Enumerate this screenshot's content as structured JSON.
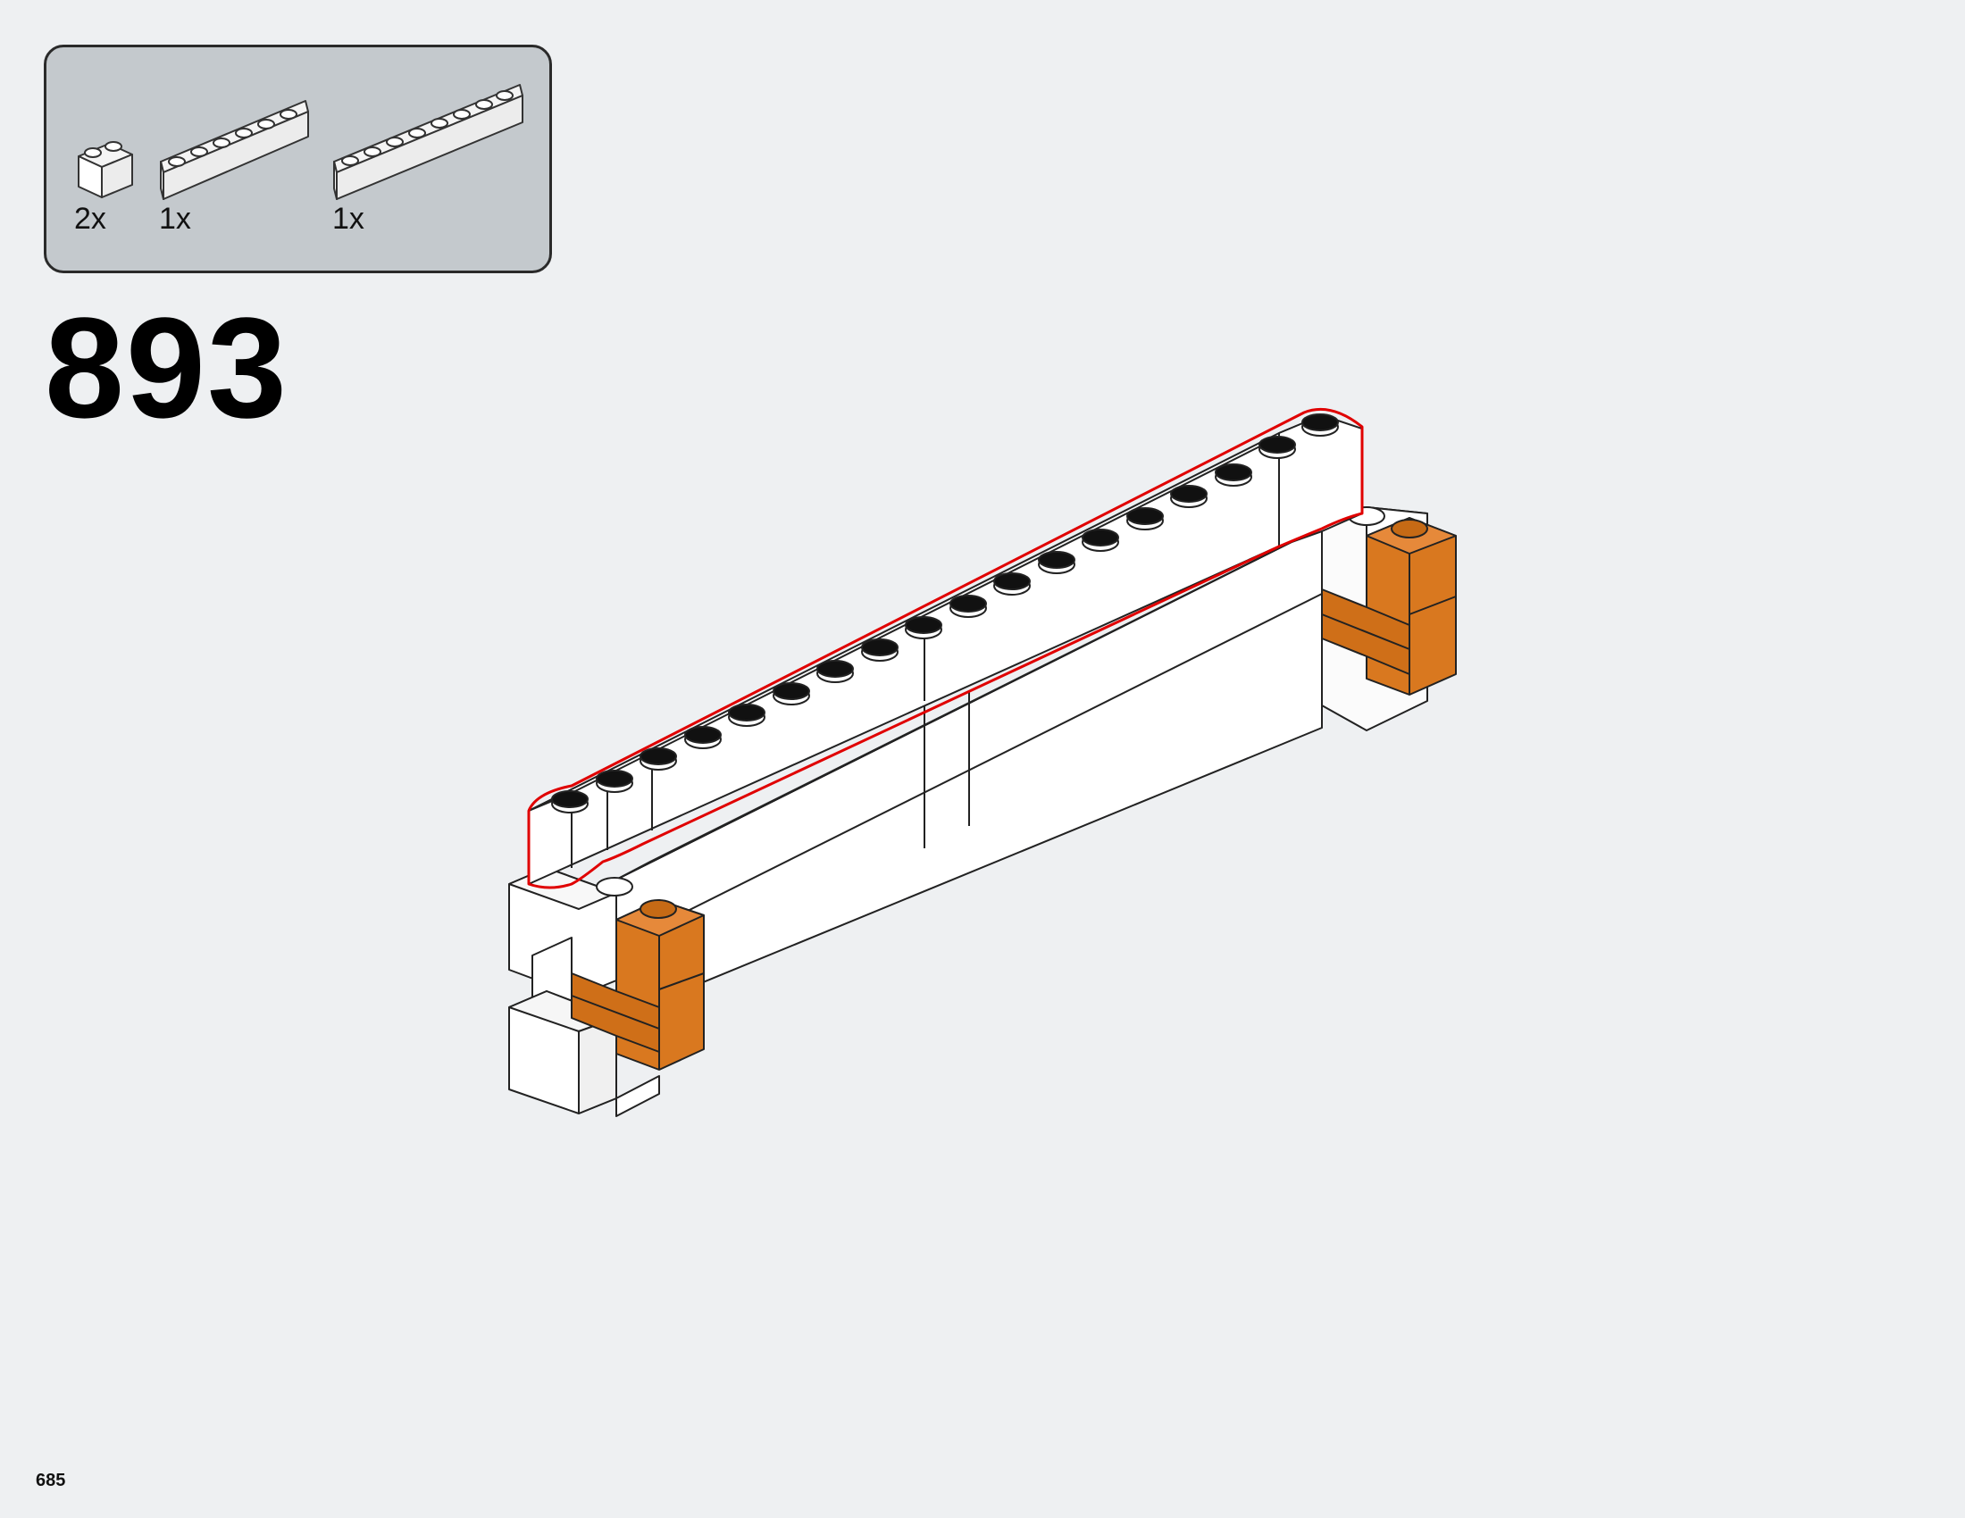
{
  "step": {
    "number": "893"
  },
  "page": {
    "number": "685"
  },
  "parts": [
    {
      "quantity": "2x",
      "icon": "brick-1x2-icon"
    },
    {
      "quantity": "1x",
      "icon": "brick-1x6-icon"
    },
    {
      "quantity": "1x",
      "icon": "brick-1x8-icon"
    }
  ],
  "colors": {
    "background": "#eef0f2",
    "parts_box": "#c4c9cd",
    "brick_white": "#ffffff",
    "brick_orange": "#d9781f",
    "highlight": "#e00000"
  }
}
